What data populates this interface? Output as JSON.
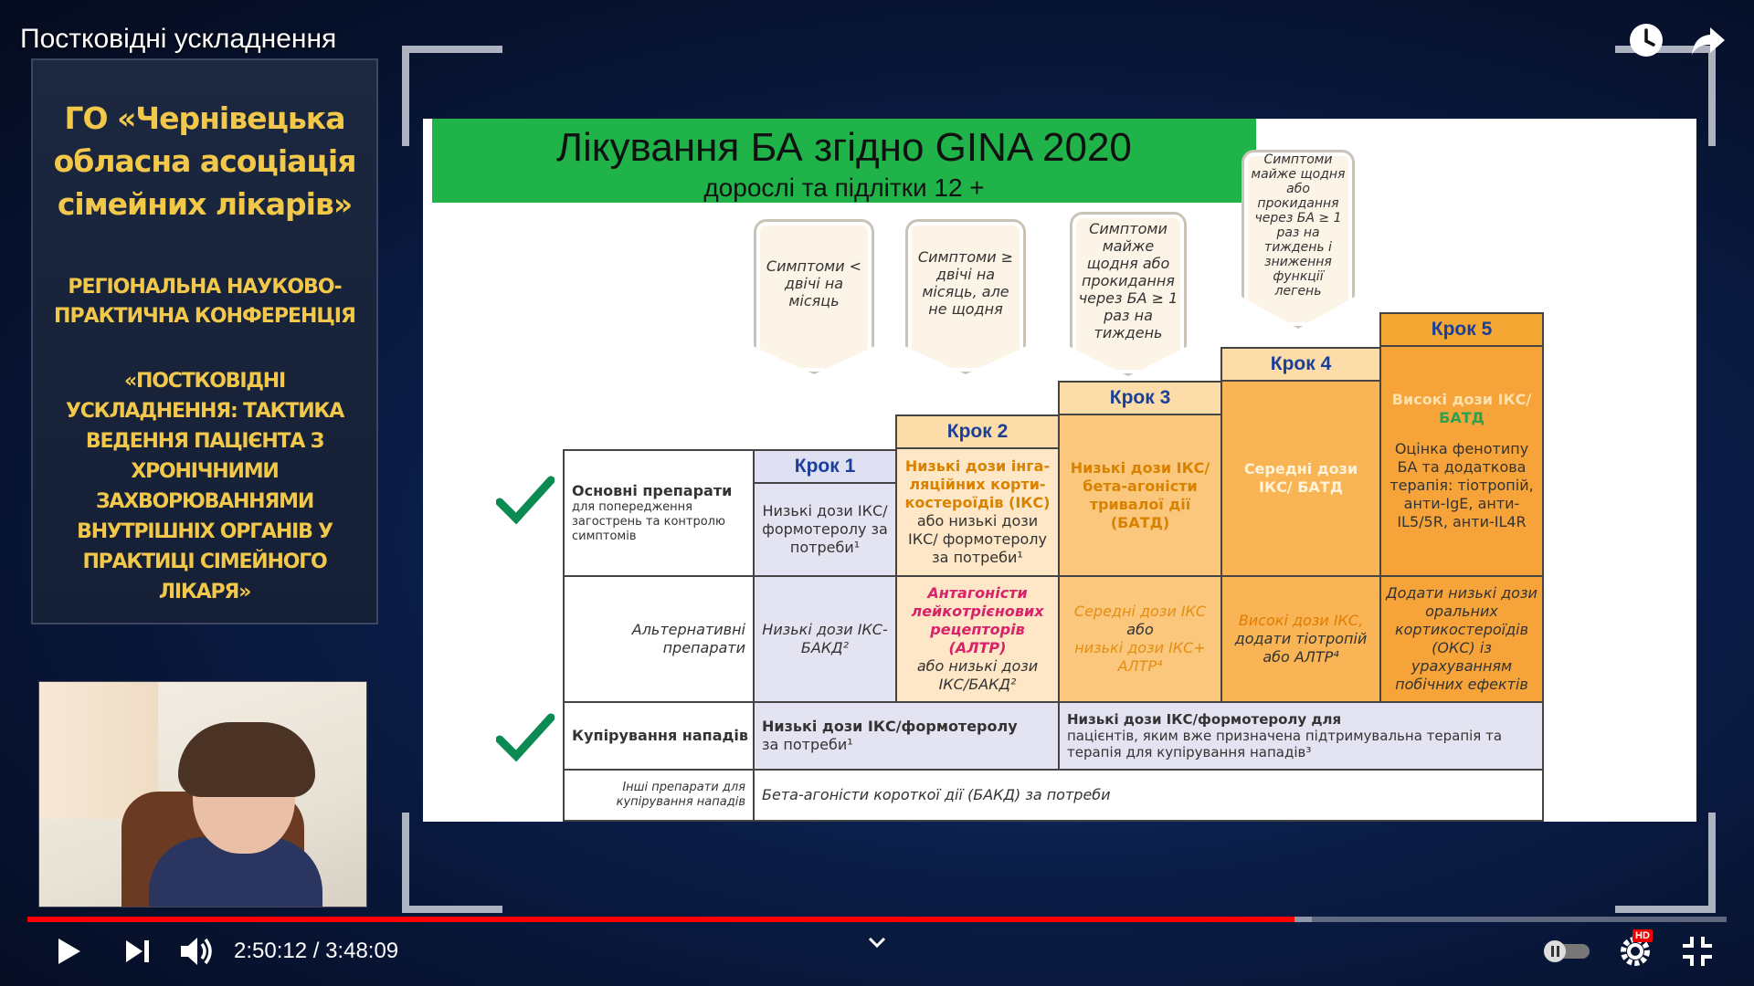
{
  "video": {
    "title": "Постковідні ускладнення"
  },
  "conference": {
    "org": "ГО «Чернівецька обласна асоціація сімейних лікарів»",
    "subtitle": "РЕГІОНАЛЬНА НАУКОВО-ПРАКТИЧНА КОНФЕРЕНЦІЯ",
    "theme": "«ПОСТКОВІДНІ УСКЛАДНЕННЯ: ТАКТИКА ВЕДЕННЯ ПАЦІЄНТА З ХРОНІЧНИМИ ЗАХВОРЮВАННЯМИ ВНУТРІШНІХ ОРГАНІВ У ПРАКТИЦІ СІМЕЙНОГО ЛІКАРЯ»"
  },
  "slide": {
    "title": "Лікування БА згідно GINA 2020",
    "subtitle": "дорослі та підлітки 12 +",
    "symptoms": [
      "Симптоми < двічі на місяць",
      "Симптоми ≥ двічі на місяць, але не щодня",
      "Симптоми майже щодня або прокидання через БА ≥ 1 раз на тиждень",
      "Симптоми майже щодня або прокидання через БА ≥ 1 раз на тиждень і зниження функції легень"
    ],
    "steps": [
      "Крок 1",
      "Крок 2",
      "Крок 3",
      "Крок 4",
      "Крок 5"
    ],
    "rows": {
      "main_title": "Основні препарати",
      "main_note": "для попередження загострень та контролю симптомів",
      "alt_title": "Альтернативні препарати",
      "relief_title": "Купірування нападів",
      "other_title": "Інші препарати для купірування нападів"
    },
    "main": {
      "s1": "Низькі дози ІКС/ формотеролу за потреби¹",
      "s2_hl": "Низькі дози інга-ляційних корти-костероїдів (ІКС)",
      "s2_rest": "або низькі дози ІКС/ формотеролу за потреби¹",
      "s3": "Низькі дози ІКС/ бета-агоністи тривалої дії (БАТД)",
      "s4": "Середні дози ІКС/ БАТД",
      "s5_a": "Високі дози ІКС/",
      "s5_b": "БАТД",
      "s5_c": "Оцінка фенотипу БА та додаткова терапія: тіотропій, анти-IgE, анти-IL5/5R, анти-IL4R"
    },
    "alt": {
      "s1": "Низькі дози ІКС-БАКД²",
      "s2_hl": "Антагоністи лейкотрієнових рецепторів (АЛТР)",
      "s2_rest": "або низькі дози ІКС/БАКД²",
      "s3_a": "Середні дози ІКС",
      "s3_b": "або",
      "s3_c": "низькі дози ІКС+ АЛТР⁴",
      "s4_a": "Високі дози ІКС,",
      "s4_b": "додати тіотропій або АЛТР⁴",
      "s5": "Додати низькі дози оральних кортикостероїдів (ОКС) із урахуванням побічних ефектів"
    },
    "relief": {
      "s12_bold": "Низькі дози ІКС/формотеролу",
      "s12_rest": "за потреби¹",
      "s35_bold": "Низькі дози ІКС/формотеролу для",
      "s35_rest": "пацієнтів, яким вже призначена підтримувальна терапія та терапія для купірування нападів³"
    },
    "other": "Бета-агоністи короткої дії (БАКД) за потреби"
  },
  "player": {
    "time": "2:50:12 / 3:48:09",
    "progress": 0.7459,
    "hd": "HD",
    "colors": {
      "progress": "#ff0000",
      "accent": "#f2c84b",
      "slide_header": "#1fb34a"
    }
  }
}
